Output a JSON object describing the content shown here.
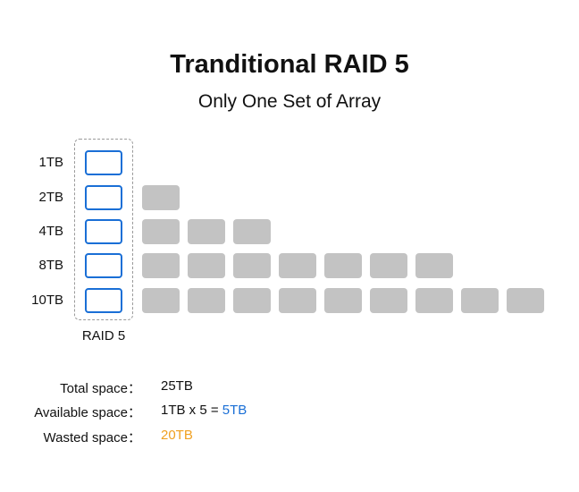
{
  "header": {
    "title": "Tranditional RAID 5",
    "subtitle": "Only One Set of Array"
  },
  "rows": [
    {
      "label": "1TB",
      "extra_disks": 0
    },
    {
      "label": "2TB",
      "extra_disks": 1
    },
    {
      "label": "4TB",
      "extra_disks": 3
    },
    {
      "label": "8TB",
      "extra_disks": 7
    },
    {
      "label": "10TB",
      "extra_disks": 9
    }
  ],
  "raid_group": {
    "label": "RAID 5"
  },
  "summary": {
    "total": {
      "label": "Total space：",
      "value": "25TB"
    },
    "available": {
      "label": "Available space：",
      "value_prefix": "1TB x 5 = ",
      "value_highlight": "5TB"
    },
    "wasted": {
      "label": "Wasted space：",
      "value": "20TB"
    }
  },
  "colors": {
    "raid_disk_border": "#1a6fd6",
    "unused_disk": "#c3c3c3",
    "available_highlight": "#1a6fd6",
    "wasted_highlight": "#f0a020"
  }
}
